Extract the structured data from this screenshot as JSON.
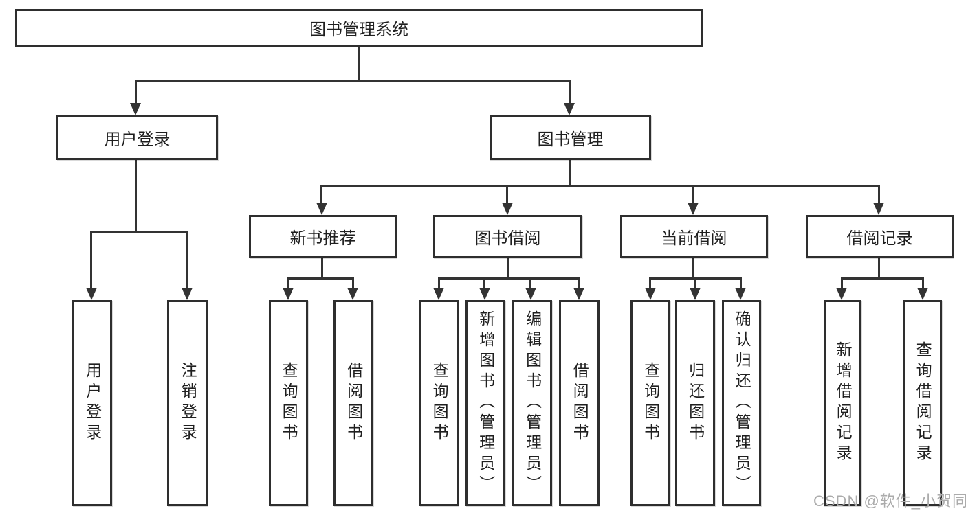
{
  "diagram": {
    "type": "org-tree",
    "colors": {
      "line": "#333333",
      "border": "#2e2e2e",
      "text": "#1f1f1f",
      "background": "#ffffff"
    },
    "nodes": {
      "root": {
        "label": "图书管理系统"
      },
      "level2": [
        {
          "label": "用户登录",
          "children": [
            {
              "label": "用户登录"
            },
            {
              "label": "注销登录"
            }
          ]
        },
        {
          "label": "图书管理",
          "children": [
            {
              "label": "新书推荐",
              "children": [
                {
                  "label": "查询图书"
                },
                {
                  "label": "借阅图书"
                }
              ]
            },
            {
              "label": "图书借阅",
              "children": [
                {
                  "label": "查询图书"
                },
                {
                  "label": "新增图书（管理员）"
                },
                {
                  "label": "编辑图书（管理员）"
                },
                {
                  "label": "借阅图书"
                }
              ]
            },
            {
              "label": "当前借阅",
              "children": [
                {
                  "label": "查询图书"
                },
                {
                  "label": "归还图书"
                },
                {
                  "label": "确认归还（管理员）"
                }
              ]
            },
            {
              "label": "借阅记录",
              "children": [
                {
                  "label": "新增借阅记录"
                },
                {
                  "label": "查询借阅记录"
                }
              ]
            }
          ]
        }
      ]
    },
    "watermark": {
      "text": "CSDN @软件_小贺同学",
      "color": "#ababab"
    }
  }
}
